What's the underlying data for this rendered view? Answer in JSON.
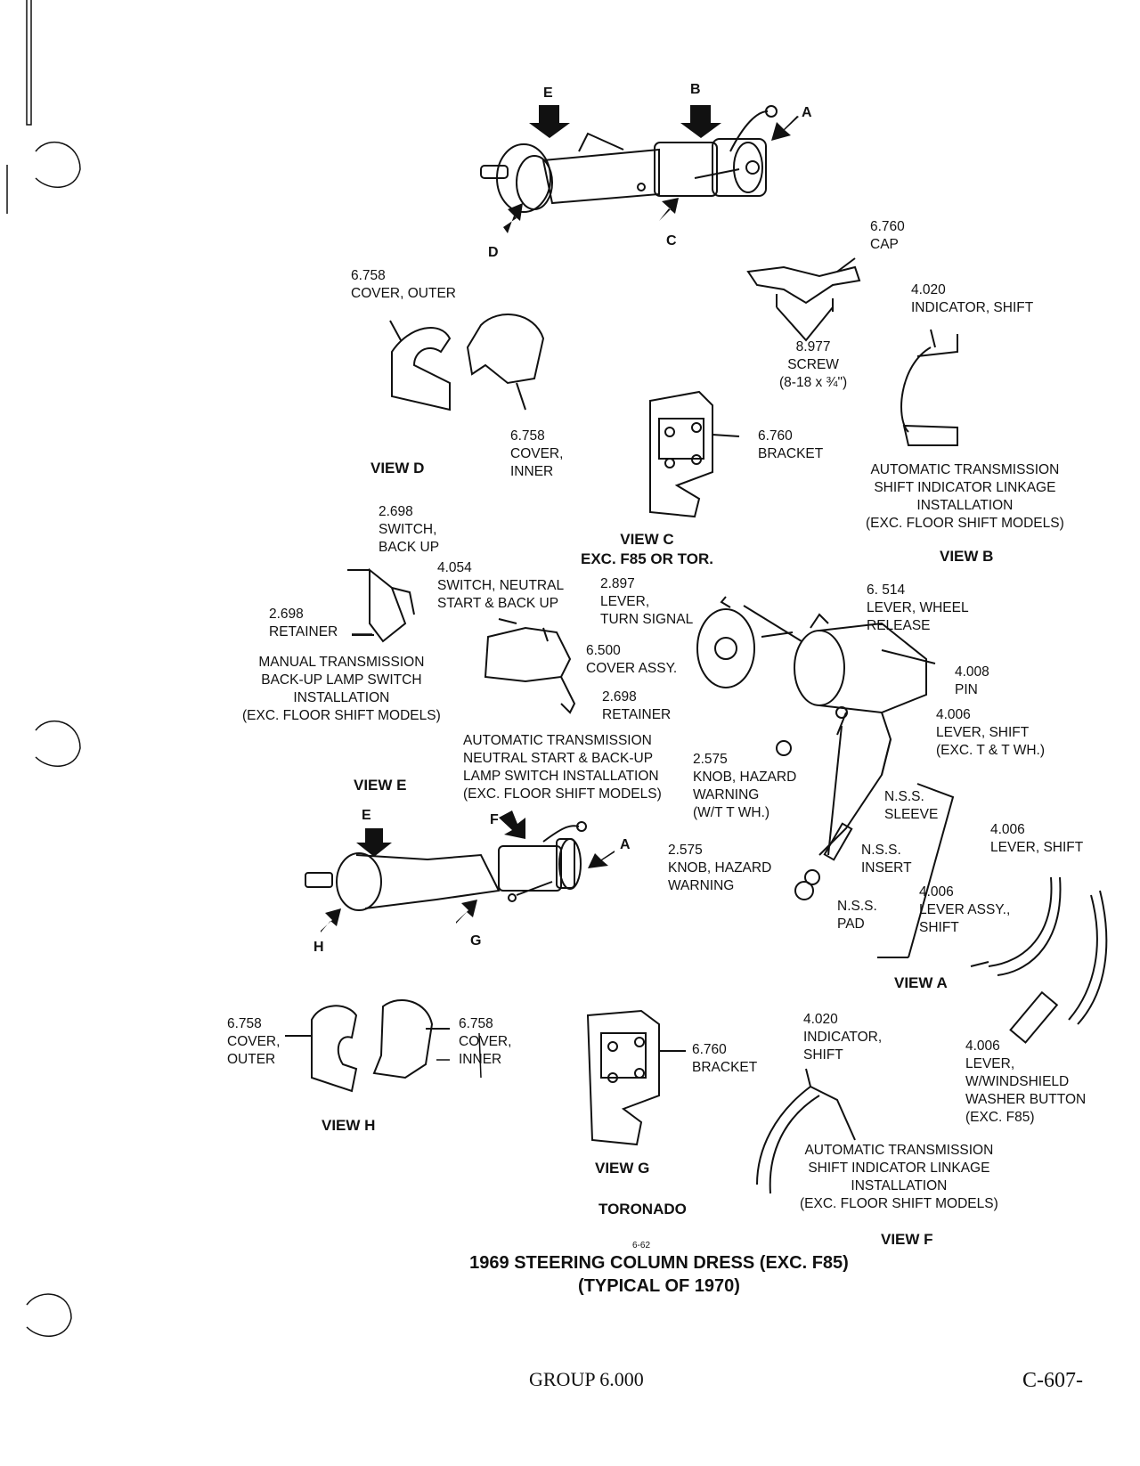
{
  "arrows": {
    "a_top": "A",
    "b_top": "B",
    "c_top": "C",
    "d_top": "D",
    "e_top": "E",
    "e_bottom": "E",
    "f_bottom": "F",
    "a_bottom": "A",
    "g_bottom": "G",
    "h_bottom": "H"
  },
  "labels": {
    "cap": "6.760\nCAP",
    "cover_outer_d": "6.758\nCOVER, OUTER",
    "indicator_shift_b": "4.020\nINDICATOR, SHIFT",
    "screw": "8.977\nSCREW\n(8-18 x ¾\")",
    "cover_inner_d": "6.758\nCOVER,\nINNER",
    "bracket_c": "6.760\nBRACKET",
    "auto_trans_b": "AUTOMATIC TRANSMISSION\nSHIFT INDICATOR LINKAGE\nINSTALLATION\n(EXC. FLOOR SHIFT MODELS)",
    "switch_backup": "2.698\nSWITCH,\nBACK UP",
    "switch_neutral": "4.054\nSWITCH, NEUTRAL\nSTART & BACK UP",
    "lever_turn": "2.897\nLEVER,\nTURN SIGNAL",
    "lever_wheel": "6. 514\nLEVER, WHEEL\nRELEASE",
    "retainer_1": "2.698\nRETAINER",
    "cover_assy": "6.500\nCOVER ASSY.",
    "pin": "4.008\nPIN",
    "manual_trans": "MANUAL TRANSMISSION\nBACK-UP LAMP SWITCH\nINSTALLATION\n(EXC. FLOOR SHIFT MODELS)",
    "retainer_2": "2.698\nRETAINER",
    "lever_shift_exc": "4.006\nLEVER, SHIFT\n(EXC. T & T WH.)",
    "auto_neutral": "AUTOMATIC TRANSMISSION\nNEUTRAL START & BACK-UP\nLAMP SWITCH INSTALLATION\n(EXC. FLOOR SHIFT MODELS)",
    "knob_hazard_wt": "2.575\nKNOB, HAZARD\nWARNING\n(W/T T WH.)",
    "nss_sleeve": "N.S.S.\nSLEEVE",
    "lever_shift_a": "4.006\nLEVER, SHIFT",
    "knob_hazard": "2.575\nKNOB, HAZARD\nWARNING",
    "nss_insert": "N.S.S.\nINSERT",
    "lever_assy": "4.006\nLEVER ASSY.,\nSHIFT",
    "nss_pad": "N.S.S.\nPAD",
    "cover_outer_h": "6.758\nCOVER,\nOUTER",
    "cover_inner_h": "6.758\nCOVER,\nINNER",
    "bracket_g": "6.760\nBRACKET",
    "indicator_shift_f": "4.020\nINDICATOR,\nSHIFT",
    "lever_washer": "4.006\nLEVER,\nW/WINDSHIELD\nWASHER BUTTON\n(EXC. F85)",
    "auto_trans_f": "AUTOMATIC TRANSMISSION\nSHIFT INDICATOR LINKAGE\nINSTALLATION\n(EXC. FLOOR SHIFT MODELS)"
  },
  "views": {
    "d": "VIEW D",
    "c": "VIEW C\nEXC. F85 OR TOR.",
    "b": "VIEW B",
    "e": "VIEW E",
    "a": "VIEW A",
    "h": "VIEW H",
    "g": "VIEW G",
    "toronado": "TORONADO",
    "f": "VIEW F"
  },
  "figure_number": "6-62",
  "title": "1969 STEERING COLUMN DRESS (EXC. F85)\n(TYPICAL OF 1970)",
  "group": "GROUP 6.000",
  "page_number": "C-607-"
}
